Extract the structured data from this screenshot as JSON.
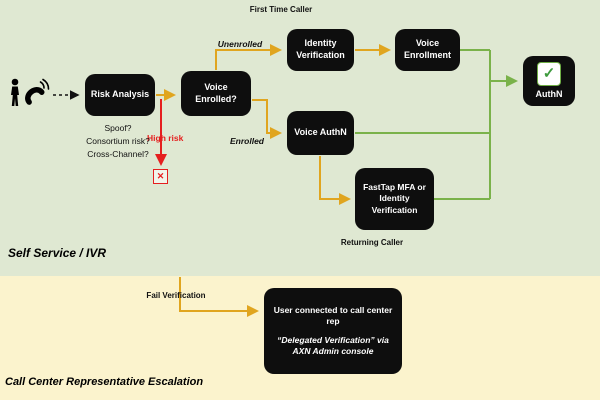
{
  "sections": {
    "self_service": "Self Service / IVR",
    "call_center": "Call Center Representative Escalation"
  },
  "nodes": {
    "risk_analysis": "Risk Analysis",
    "voice_enrolled": "Voice Enrolled?",
    "identity_verification": "Identity Verification",
    "voice_enrollment": "Voice Enrollment",
    "voice_authn": "Voice AuthN",
    "fasttap": "FastTap MFA or Identity Verification",
    "authn": "AuthN",
    "authn_check": "✓",
    "call_center_line1": "User connected to call center rep",
    "call_center_line2": "“Delegated Verification” via AXN Admin console"
  },
  "labels": {
    "first_time_caller": "First Time Caller",
    "returning_caller": "Returning Caller",
    "unenrolled": "Unenrolled",
    "enrolled": "Enrolled",
    "high_risk": "High risk",
    "fail_verification": "Fail Verification",
    "fail_x": "✕",
    "risk_q1": "Spoof?",
    "risk_q2": "Consortium risk?",
    "risk_q3": "Cross-Channel?"
  },
  "icons": {
    "caller": "person-with-phone-icon"
  },
  "colors": {
    "bg_top": "#dfe8d2",
    "bg_bottom": "#fbf3cd",
    "node": "#0e0e0e",
    "yellow": "#e0a51f",
    "green": "#7ab24a",
    "red": "#e51f1f"
  }
}
